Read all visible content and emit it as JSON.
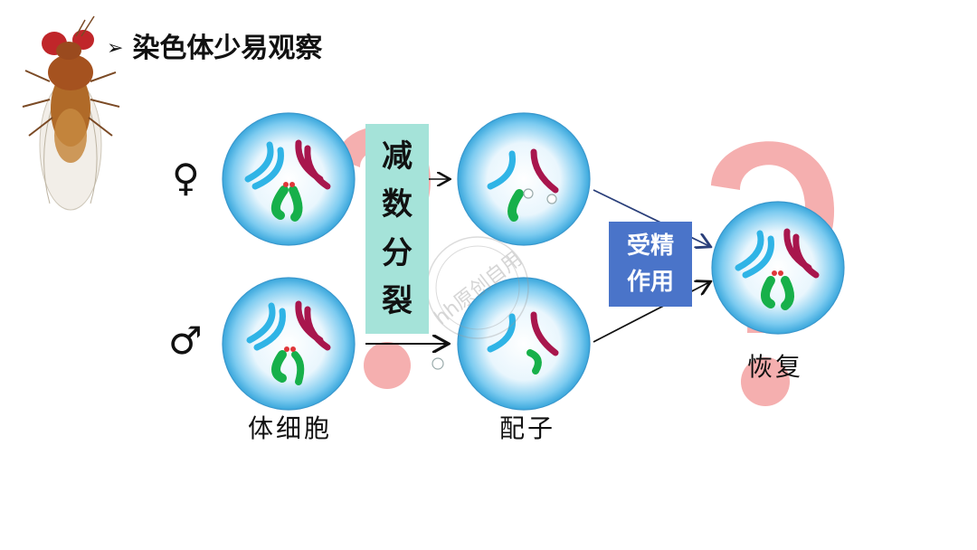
{
  "slide": {
    "title": "染色体少易观察",
    "bullet_glyph": "➢",
    "female_symbol": "♀",
    "male_symbol": "♂",
    "meiosis_chars": [
      "减",
      "数",
      "分",
      "裂"
    ],
    "fertilization_lines": [
      "受精",
      "作用"
    ],
    "label_somatic": "体细胞",
    "label_gamete": "配子",
    "label_restore": "恢复",
    "watermark": "hh原创自用"
  },
  "colors": {
    "cyan_chromosome": "#2fb4e6",
    "crimson_chromosome": "#a8164d",
    "green_chromosome": "#17b04a",
    "centromere": "#e0373a",
    "question_mark": "#f4a6a6",
    "meiosis_box": "#a5e3d9",
    "fertilization_box": "#4a74c9",
    "arrow_dark": "#1f2d55"
  },
  "icons": {
    "fly": "fruit-fly-image",
    "question": "question-mark-decoration"
  }
}
